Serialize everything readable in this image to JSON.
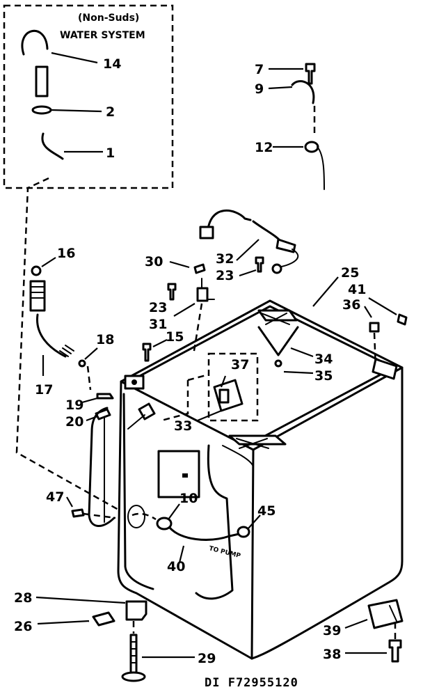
{
  "inset": {
    "title_line1": "(Non-Suds)",
    "title_line2": "WATER SYSTEM"
  },
  "labels": {
    "p14": "14",
    "p2": "2",
    "p1": "1",
    "p7": "7",
    "p9": "9",
    "p12": "12",
    "p16": "16",
    "p17": "17",
    "p18": "18",
    "p19": "19",
    "p20": "20",
    "p30": "30",
    "p32": "32",
    "p23a": "23",
    "p23b": "23",
    "p31": "31",
    "p15": "15",
    "p25": "25",
    "p41": "41",
    "p36": "36",
    "p34": "34",
    "p35": "35",
    "p37": "37",
    "p33": "33",
    "p47": "47",
    "p10": "10",
    "p45": "45",
    "p40": "40",
    "p28": "28",
    "p26": "26",
    "p29": "29",
    "p39": "39",
    "p38": "38"
  },
  "annotations": {
    "to_pump": "TO PUMP"
  },
  "caption": "DI F72955120"
}
